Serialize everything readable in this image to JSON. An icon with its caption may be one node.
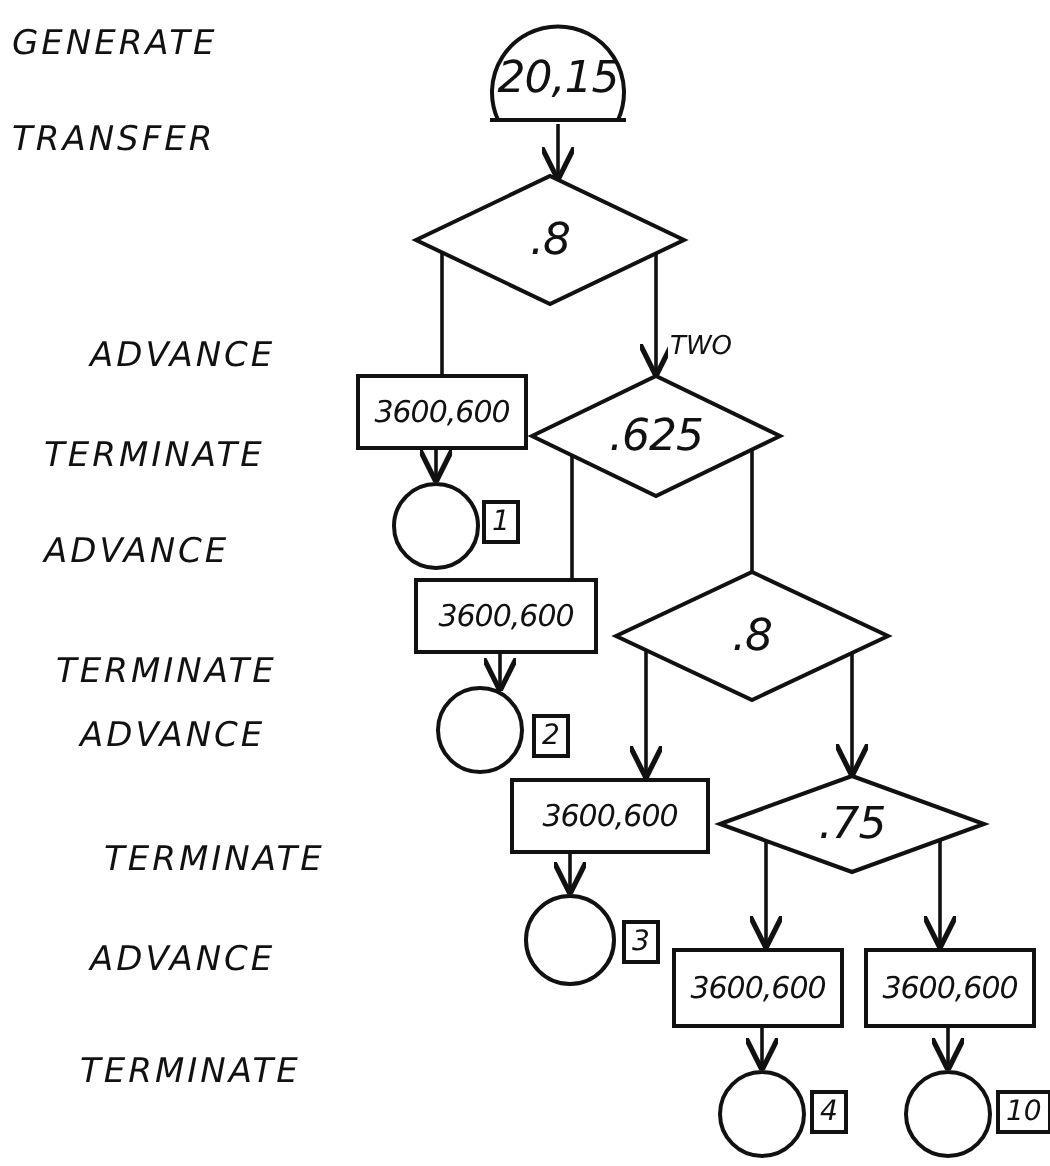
{
  "diagram": {
    "nodes": [
      {
        "text": [
          "20,15"
        ]
      },
      {
        "text": [
          ".8"
        ]
      },
      {
        "text": [
          "3600,600"
        ]
      },
      {
        "text": [
          ".625"
        ]
      },
      {
        "text": [],
        "shape": "circle",
        "beside": [
          "1"
        ]
      },
      {
        "text": [
          "3600,600"
        ]
      },
      {
        "text": [
          ".8"
        ]
      },
      {
        "text": [],
        "shape": "circle",
        "beside": [
          "2"
        ]
      },
      {
        "text": [
          "3600,600"
        ]
      },
      {
        "text": [
          ".75"
        ]
      },
      {
        "text": [],
        "shape": "circle",
        "beside": [
          "3"
        ]
      },
      {
        "text": [
          "3600,600"
        ]
      },
      {
        "text": [
          "3600,600"
        ]
      },
      {
        "text": [],
        "shape": "circle",
        "beside": [
          "4"
        ]
      },
      {
        "text": [],
        "shape": "circle",
        "beside": [
          "10"
        ]
      }
    ],
    "edges": [
      {
        "from": 0,
        "to": 1,
        "arrow": "to"
      },
      {
        "from": 1,
        "to": 2,
        "arrow": "none"
      },
      {
        "from": 1,
        "to": 3,
        "arrow": "to",
        "label": "TWO"
      },
      {
        "from": 2,
        "to": 4,
        "arrow": "to"
      },
      {
        "from": 3,
        "to": 5,
        "arrow": "none"
      },
      {
        "from": 3,
        "to": 6,
        "arrow": "none"
      },
      {
        "from": 5,
        "to": 7,
        "arrow": "to"
      },
      {
        "from": 6,
        "to": 8,
        "arrow": "to"
      },
      {
        "from": 6,
        "to": 9,
        "arrow": "to"
      },
      {
        "from": 8,
        "to": 10,
        "arrow": "to"
      },
      {
        "from": 9,
        "to": 11,
        "arrow": "to"
      },
      {
        "from": 9,
        "to": 12,
        "arrow": "to"
      },
      {
        "from": 11,
        "to": 13,
        "arrow": "to"
      },
      {
        "from": 12,
        "to": 14,
        "arrow": "to"
      }
    ],
    "labels": [
      "GENERATE",
      "TRANSFER",
      "ADVANCE",
      "TERMINATE",
      "ADVANCE",
      "TERMINATE",
      "ADVANCE",
      "TERMINATE",
      "ADVANCE",
      "TERMINATE"
    ]
  }
}
